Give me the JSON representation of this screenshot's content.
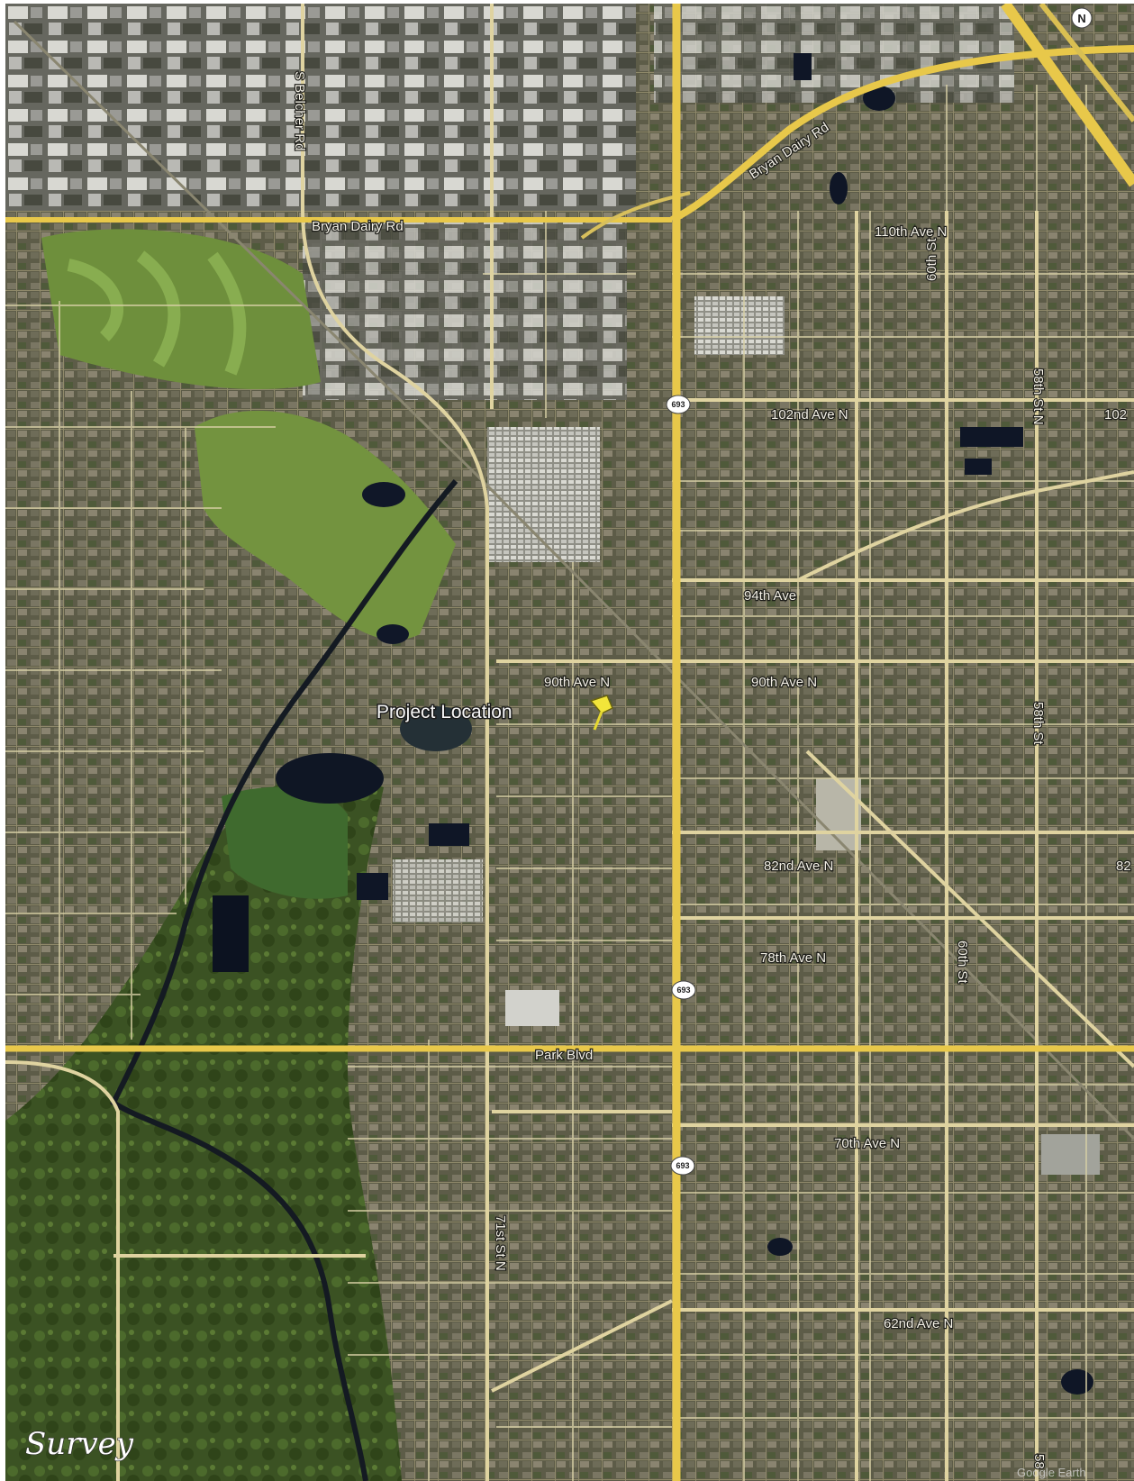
{
  "map": {
    "type": "satellite aerial imagery",
    "north_arrow": "N",
    "watermark": "Google Earth",
    "survey_logo": "Survey",
    "project_marker": {
      "label": "Project Location",
      "icon": "yellow-pushpin-icon"
    },
    "road_labels": {
      "s_belcher_rd": "S Belcher Rd",
      "bryan_dairy_rd_west": "Bryan Dairy Rd",
      "bryan_dairy_rd_ne": "Bryan Dairy Rd",
      "ave_110th": "110th Ave N",
      "st_60th": "60th St",
      "st_58th_north": "58th St N",
      "ave_102nd": "102nd Ave N",
      "ave_102_edge": "102",
      "ave_94th": "94th Ave",
      "ave_90th_west": "90th Ave N",
      "ave_90th_east": "90th Ave N",
      "st_58th": "58th St",
      "ave_82nd": "82nd Ave N",
      "ave_82_edge": "82",
      "ave_78th": "78th Ave N",
      "st_60th_south": "60th St",
      "park_blvd": "Park Blvd",
      "ave_70th": "70th Ave N",
      "st_71st": "71st St N",
      "ave_62nd": "62nd Ave N",
      "st_58_edge": "58"
    },
    "route_shields": [
      "693",
      "693",
      "693"
    ],
    "colors": {
      "urban_base": "#6b6a55",
      "major_road": "#e8c84a",
      "minor_road": "#d8d0a8",
      "water": "#121a2b",
      "vegetation": "#3f5a26",
      "golf_green": "#7c9c45",
      "marker": "#f2e53a"
    }
  }
}
